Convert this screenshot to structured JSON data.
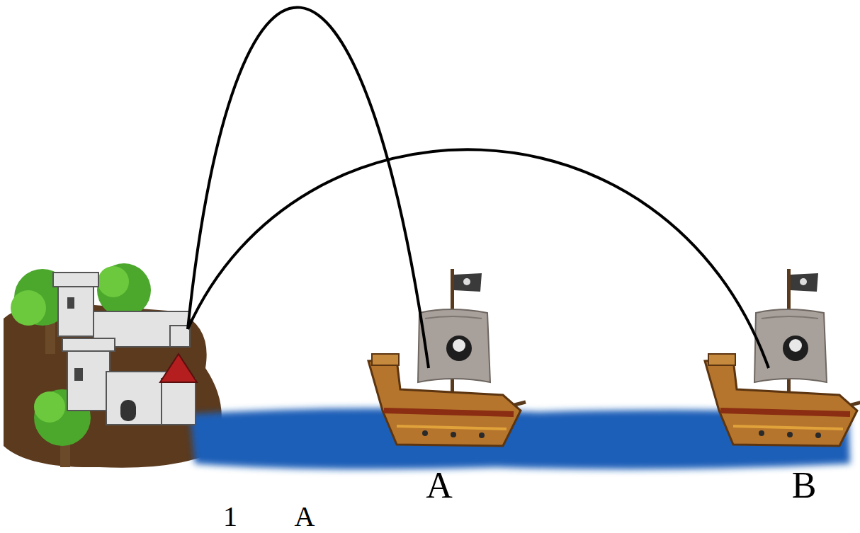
{
  "diagram": {
    "labels": [
      "1",
      "A",
      "A",
      "B"
    ]
  }
}
